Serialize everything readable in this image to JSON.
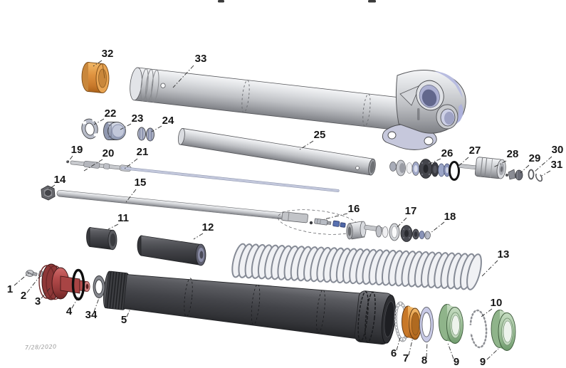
{
  "diagram": {
    "date_stamp": "7/28/2020",
    "parts": [
      {
        "label": "1"
      },
      {
        "label": "2"
      },
      {
        "label": "3"
      },
      {
        "label": "4"
      },
      {
        "label": "34"
      },
      {
        "label": "5"
      },
      {
        "label": "6"
      },
      {
        "label": "7"
      },
      {
        "label": "8"
      },
      {
        "label": "9"
      },
      {
        "label": "9"
      },
      {
        "label": "10"
      },
      {
        "label": "11"
      },
      {
        "label": "12"
      },
      {
        "label": "13"
      },
      {
        "label": "14"
      },
      {
        "label": "15"
      },
      {
        "label": "16"
      },
      {
        "label": "17"
      },
      {
        "label": "18"
      },
      {
        "label": "19"
      },
      {
        "label": "20"
      },
      {
        "label": "21"
      },
      {
        "label": "22"
      },
      {
        "label": "23"
      },
      {
        "label": "24"
      },
      {
        "label": "25"
      },
      {
        "label": "26"
      },
      {
        "label": "27"
      },
      {
        "label": "28"
      },
      {
        "label": "29"
      },
      {
        "label": "30"
      },
      {
        "label": "31"
      },
      {
        "label": "32"
      },
      {
        "label": "33"
      }
    ],
    "colors": {
      "bushing_orange": "#E09440",
      "adjuster_red": "#B34A4A",
      "seal_green": "#A5C6A0",
      "spacer_lavender": "#C8CAE6",
      "casting_accent": "#B8BCE0",
      "tube_silver": "#C4C6CA",
      "lower_leg_dark": "#434449"
    }
  }
}
